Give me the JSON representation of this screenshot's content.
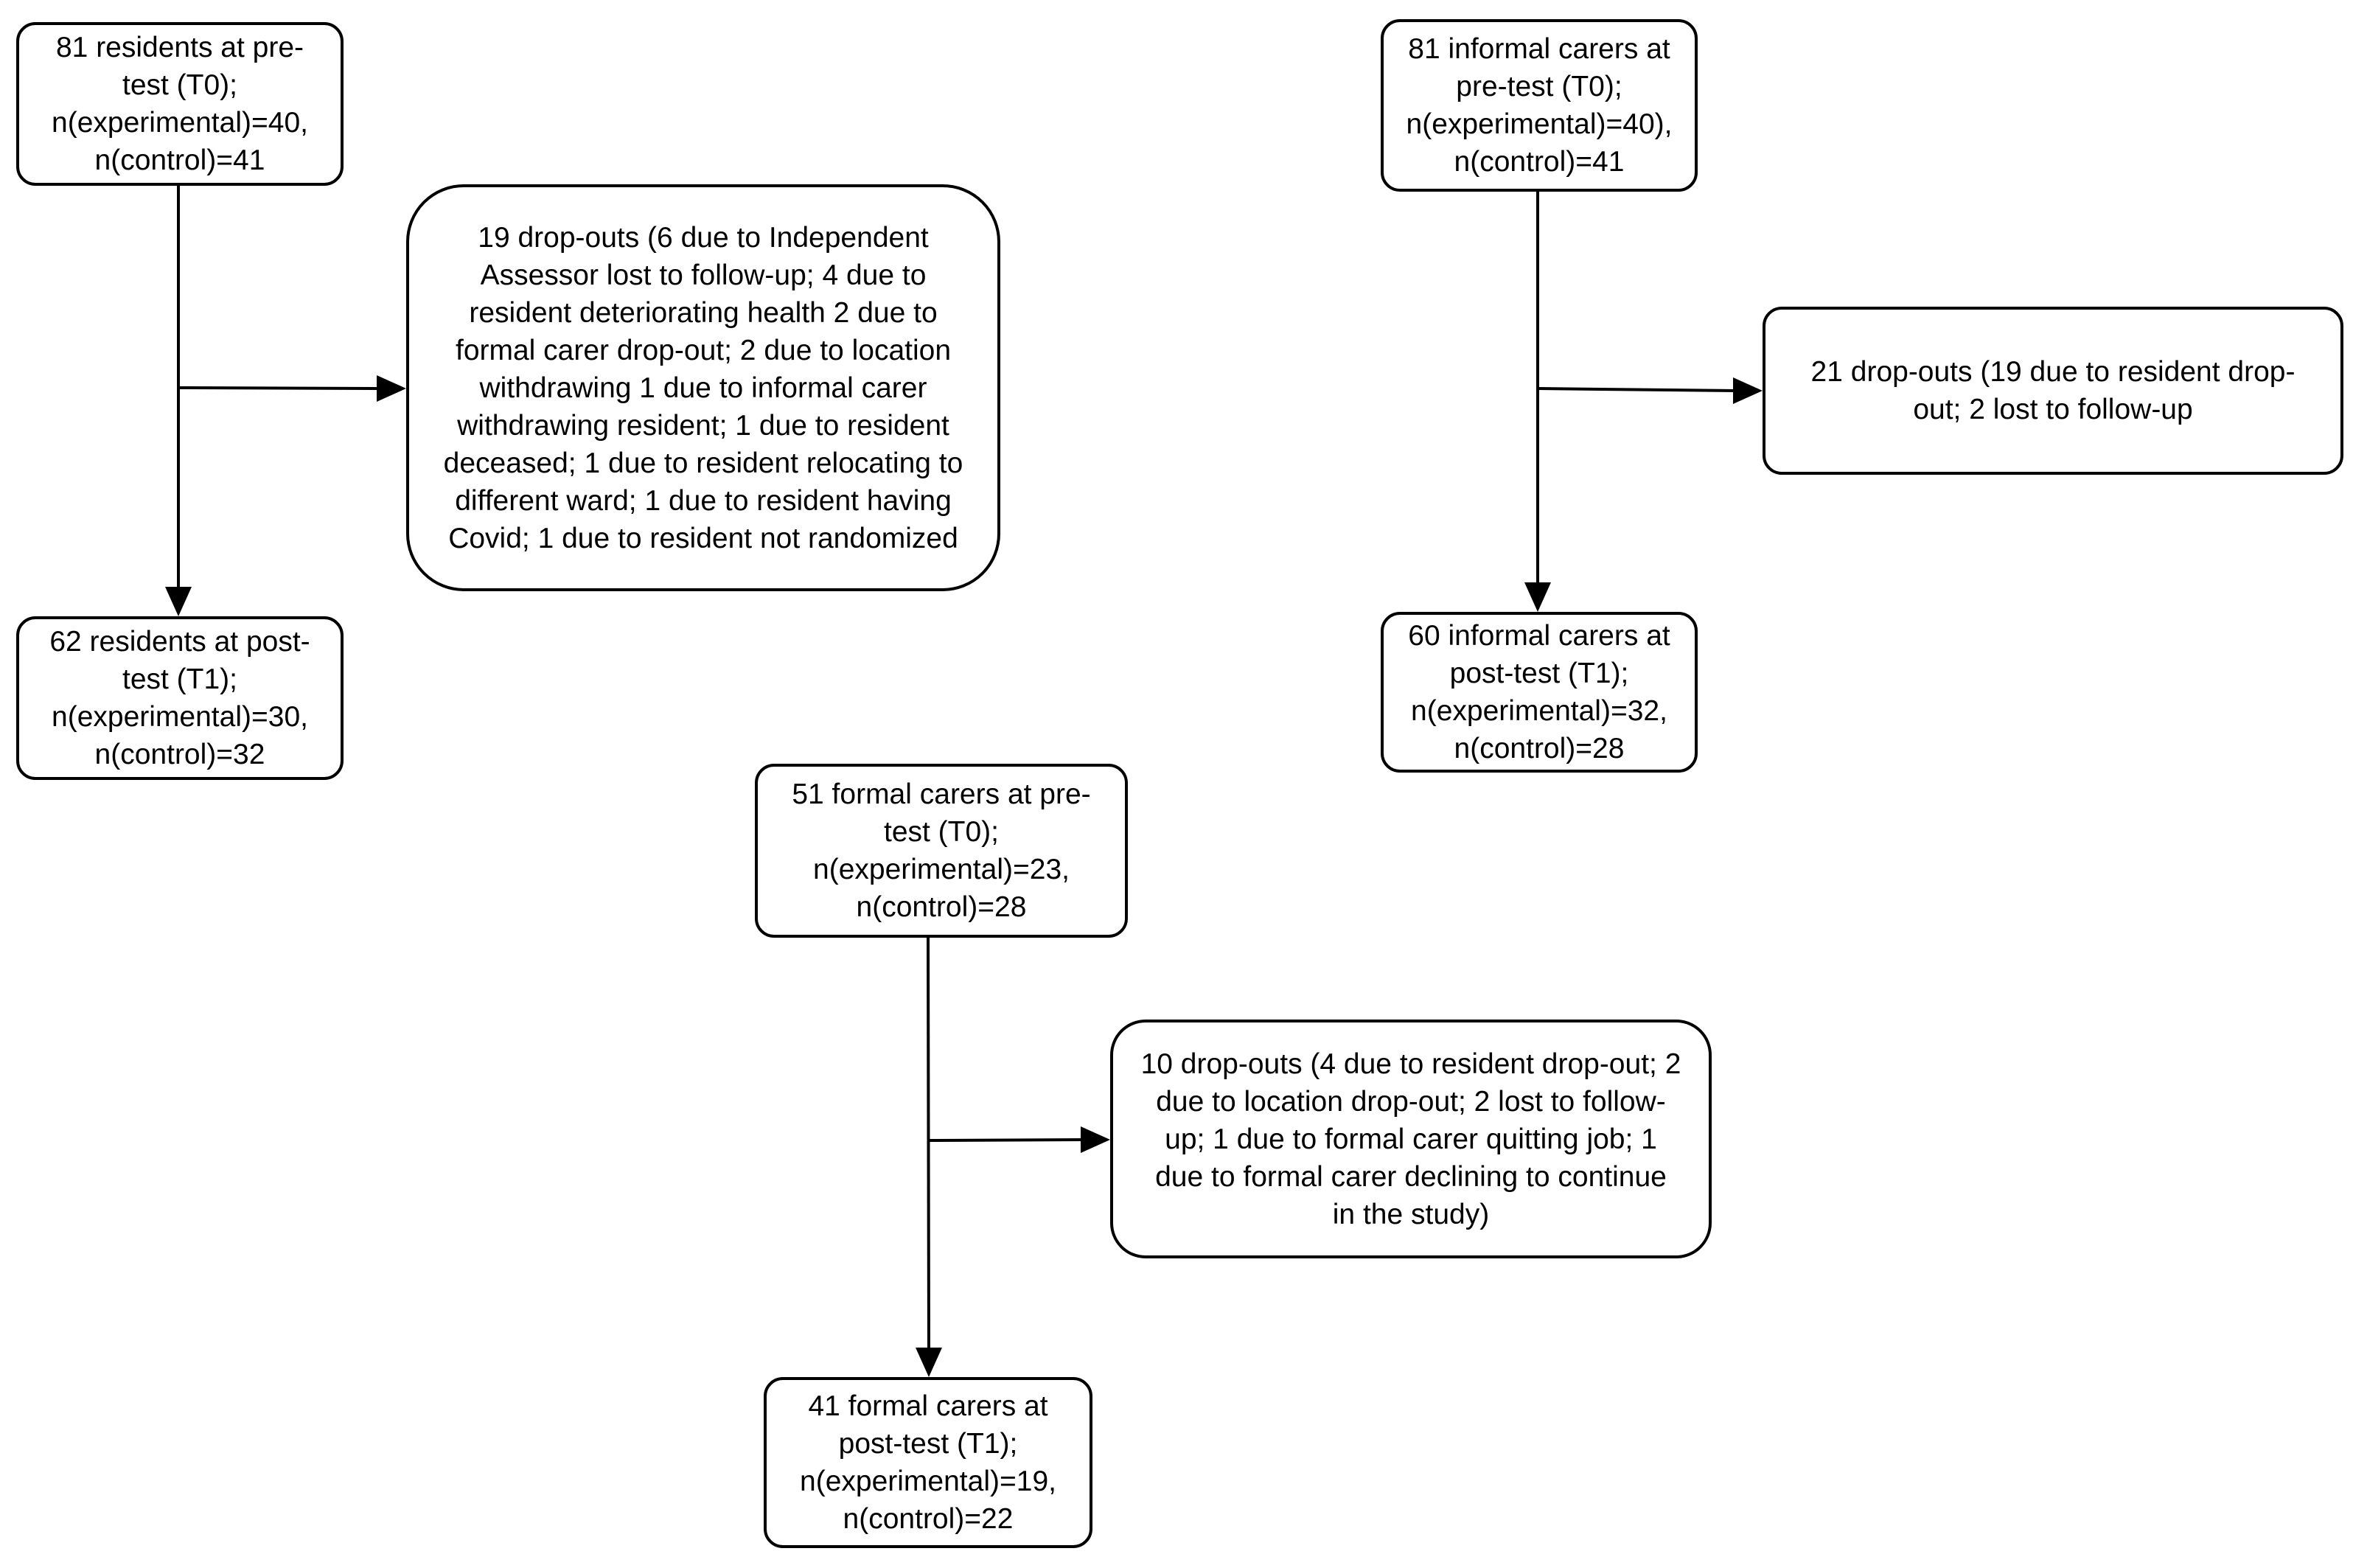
{
  "diagram": {
    "residents": {
      "pretest": "81 residents at pre-\ntest (T0);\nn(experimental)=40,\nn(control)=41",
      "dropouts": "19 drop-outs (6 due to Independent\nAssessor lost to follow-up; 4 due to\nresident deteriorating health 2 due to\nformal carer drop-out; 2 due to location\nwithdrawing 1 due to informal carer\nwithdrawing resident; 1 due to resident\ndeceased; 1 due to resident relocating to\ndifferent ward; 1 due to resident having\nCovid; 1 due to resident not randomized",
      "posttest": "62 residents at post-\ntest (T1);\nn(experimental)=30,\nn(control)=32"
    },
    "informal_carers": {
      "pretest": "81 informal carers at\npre-test (T0);\nn(experimental)=40),\nn(control)=41",
      "dropouts": "21 drop-outs (19 due to resident drop-\nout; 2 lost to follow-up",
      "posttest": "60 informal carers at\npost-test (T1);\nn(experimental)=32,\nn(control)=28"
    },
    "formal_carers": {
      "pretest": "51 formal carers at pre-\ntest (T0);\nn(experimental)=23,\nn(control)=28",
      "dropouts": "10 drop-outs (4 due to resident drop-out; 2\ndue to location drop-out; 2 lost to follow-\nup; 1 due to formal carer quitting job; 1\ndue to formal carer declining to continue\nin the study)",
      "posttest": "41 formal carers at\npost-test (T1);\nn(experimental)=19,\nn(control)=22"
    }
  }
}
